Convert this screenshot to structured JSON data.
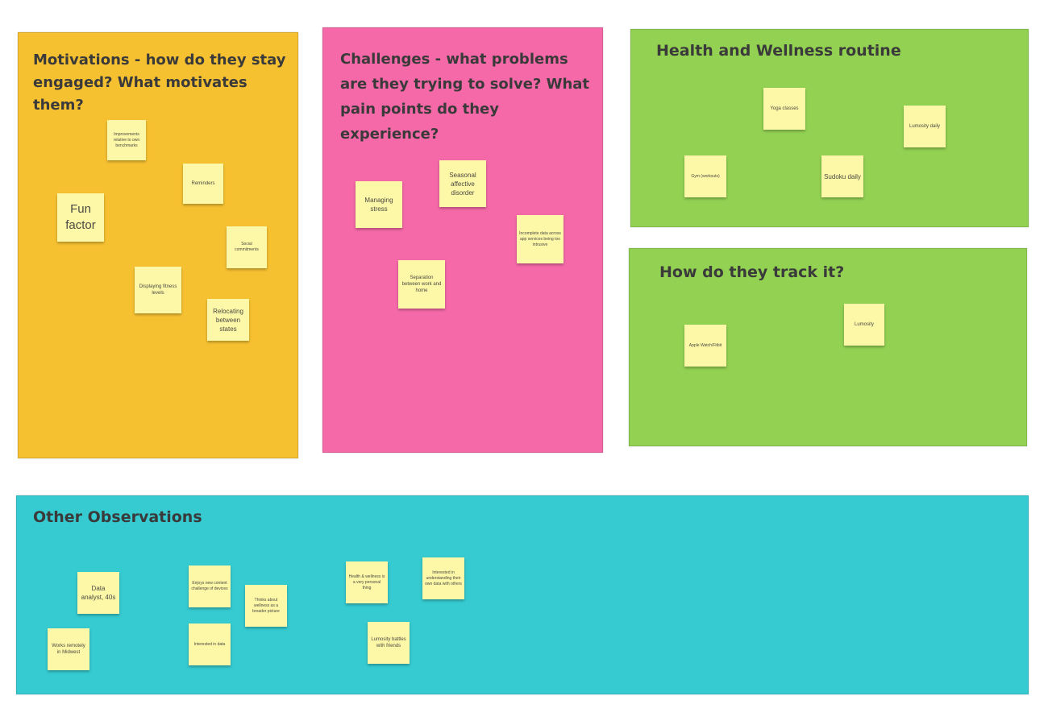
{
  "frames": {
    "motivations": {
      "title": "Motivations - how do they stay engaged? What motivates them?",
      "color": "#f6c131",
      "notes": [
        "Improvements relative to own benchmarks",
        "Reminders",
        "Fun factor",
        "Social commitments",
        "Displaying fitness levels",
        "Relocating between states"
      ]
    },
    "challenges": {
      "title": "Challenges - what problems are they trying to solve? What pain points do they experience?",
      "color": "#f569a8",
      "notes": [
        "Seasonal affective disorder",
        "Managing stress",
        "Incomplete data across app services being too intrusive",
        "Separation between work and home"
      ]
    },
    "health": {
      "title": "Health and Wellness routine",
      "color": "#93d153",
      "notes": [
        "Yoga classes",
        "Lumosity daily",
        "Gym (workouts)",
        "Sudoku daily"
      ]
    },
    "tracking": {
      "title": "How do they track it?",
      "color": "#93d153",
      "notes": [
        "Apple Watch/Fitbit",
        "Lumosity"
      ]
    },
    "other": {
      "title": "Other Observations",
      "color": "#35cbd1",
      "notes": [
        "Data analyst, 40s",
        "Works remotely in Midwest",
        "Enjoys new content challenge of devices",
        "Interested in data",
        "Thinks about wellness as a broader picture",
        "Health & wellness is a very personal thing",
        "Interested in understanding their own data with others",
        "Lumosity battles with friends"
      ]
    }
  }
}
